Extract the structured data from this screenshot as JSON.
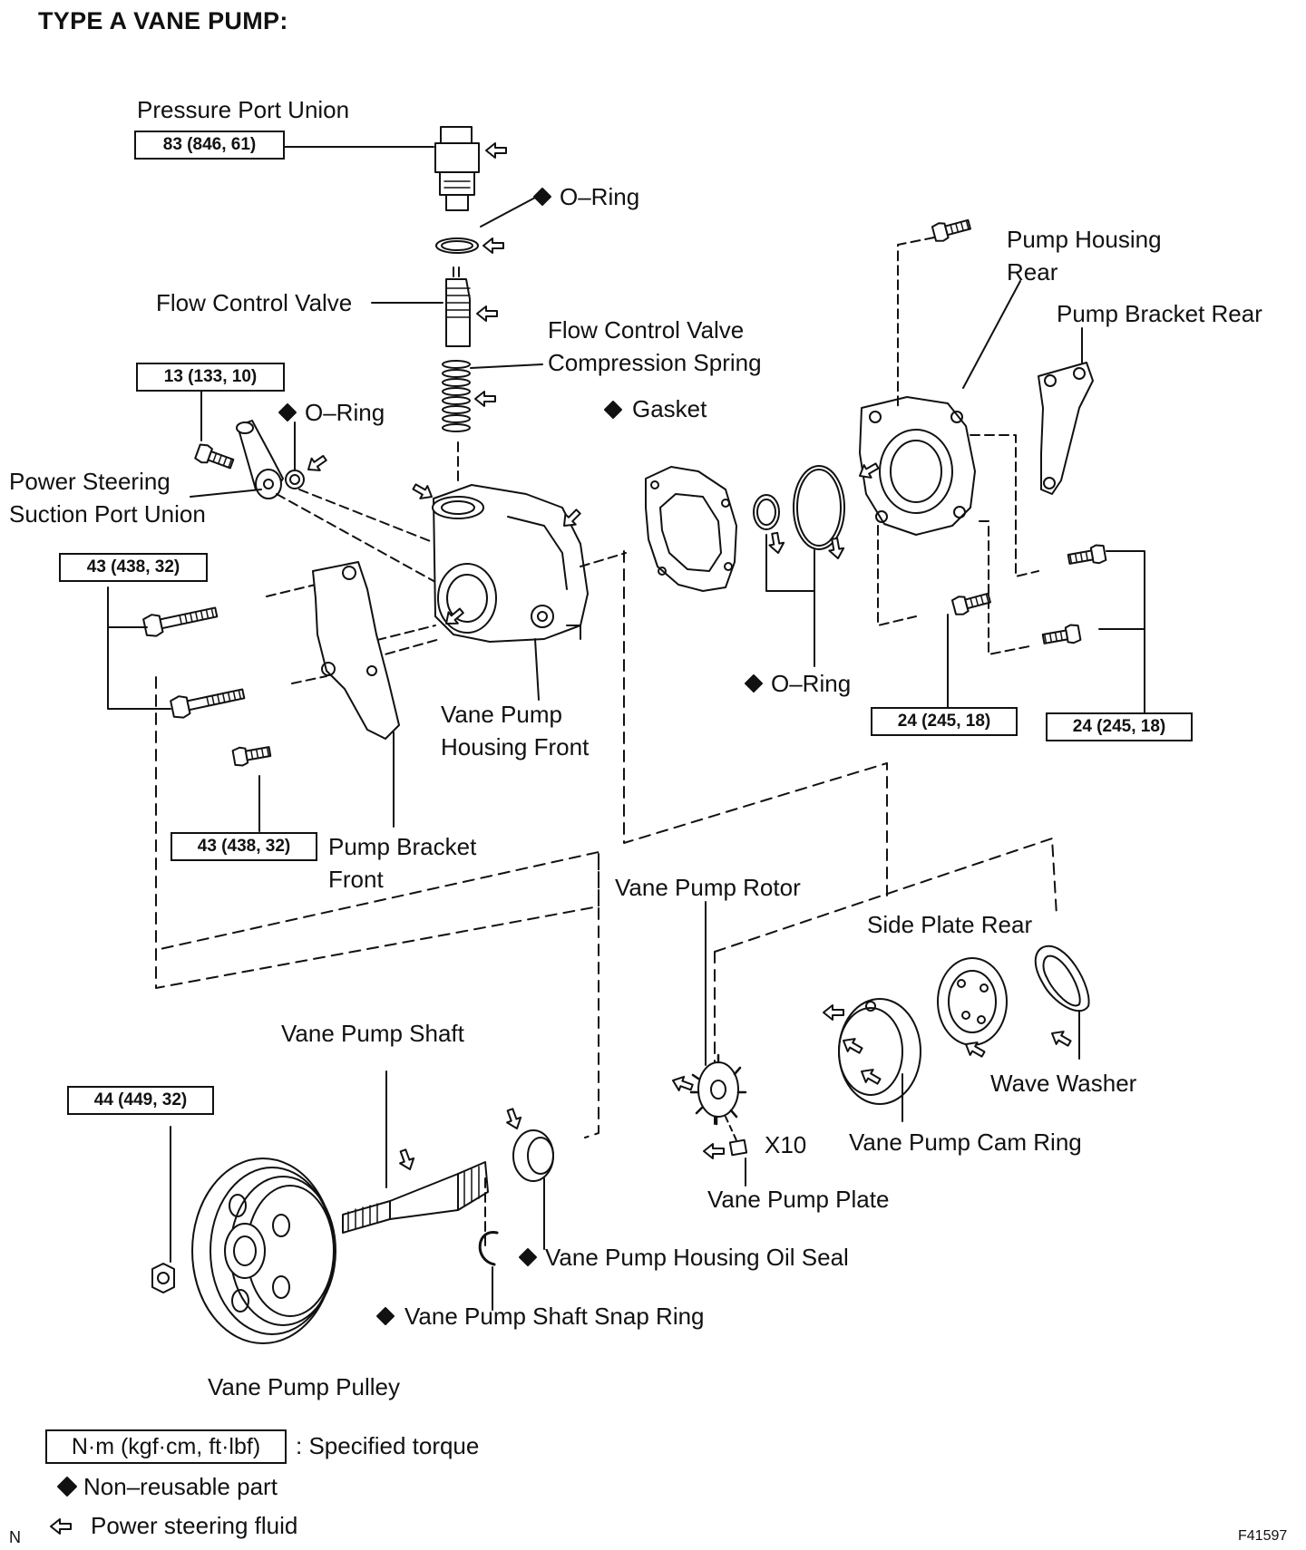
{
  "title": "TYPE A VANE PUMP:",
  "parts": {
    "pressure_port_union": "Pressure Port Union",
    "o_ring_1": "O–Ring",
    "flow_control_valve": "Flow Control Valve",
    "fcv_spring_line1": "Flow  Control  Valve",
    "fcv_spring_line2": "Compression Spring",
    "o_ring_2": "O–Ring",
    "gasket": "Gasket",
    "suction_line1": "Power Steering",
    "suction_line2": "Suction Port Union",
    "pump_housing_rear_line1": "Pump Housing",
    "pump_housing_rear_line2": "Rear",
    "pump_bracket_rear": "Pump Bracket Rear",
    "o_ring_3": "O–Ring",
    "housing_front_line1": "Vane Pump",
    "housing_front_line2": "Housing Front",
    "bracket_front_line1": "Pump Bracket",
    "bracket_front_line2": "Front",
    "rotor": "Vane Pump Rotor",
    "side_plate_rear": "Side Plate Rear",
    "shaft": "Vane Pump Shaft",
    "wave_washer": "Wave Washer",
    "x10": "X10",
    "cam_ring": "Vane Pump Cam Ring",
    "plate": "Vane Pump Plate",
    "oil_seal": "Vane Pump Housing Oil Seal",
    "snap_ring": "Vane Pump Shaft Snap Ring",
    "pulley": "Vane Pump Pulley"
  },
  "torques": {
    "t1": "83 (846, 61)",
    "t2": "13 (133, 10)",
    "t3": "43 (438, 32)",
    "t4": "43 (438, 32)",
    "t5": "24 (245, 18)",
    "t6": "24 (245, 18)",
    "t7": "44 (449, 32)"
  },
  "legend": {
    "torque_unit": "N·m (kgf·cm, ft·lbf)",
    "torque_desc": ": Specified torque",
    "non_reusable": "Non–reusable part",
    "fluid": "Power steering fluid"
  },
  "footer": {
    "left": "N",
    "code": "F41597"
  },
  "icons": {
    "non_reusable": "diamond-icon",
    "fluid": "hollow-arrow-icon"
  }
}
